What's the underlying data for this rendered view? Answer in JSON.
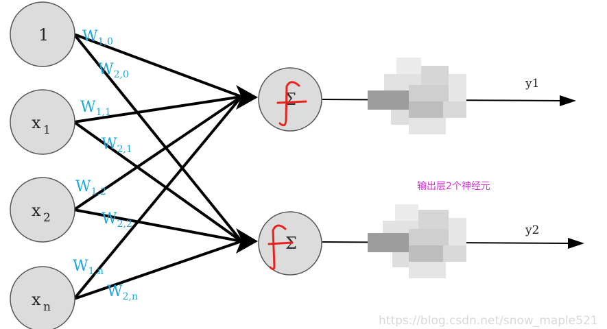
{
  "inputs": [
    {
      "main": "1",
      "sub": ""
    },
    {
      "main": "x",
      "sub": "1"
    },
    {
      "main": "x",
      "sub": "2"
    },
    {
      "main": "x",
      "sub": "n"
    }
  ],
  "weights": [
    {
      "main": "W",
      "sub": "1,0"
    },
    {
      "main": "W",
      "sub": "2,0"
    },
    {
      "main": "W",
      "sub": "1,1"
    },
    {
      "main": "W",
      "sub": "2,1"
    },
    {
      "main": "W",
      "sub": "1,2"
    },
    {
      "main": "W",
      "sub": "2,2"
    },
    {
      "main": "W",
      "sub": "1,n"
    },
    {
      "main": "W",
      "sub": "2,n"
    }
  ],
  "neurons": [
    {
      "symbol": "Σ"
    },
    {
      "symbol": "Σ"
    }
  ],
  "outputs": [
    "y1",
    "y2"
  ],
  "annotation": "输出层2个神经元",
  "watermark": "https://blog.csdn.net/snow_maple521",
  "colors": {
    "weight_label": "#1ea7dd",
    "annotation": "#d633d6",
    "handwriting": "#e8221c",
    "node_fill": "#dcdcdc"
  }
}
